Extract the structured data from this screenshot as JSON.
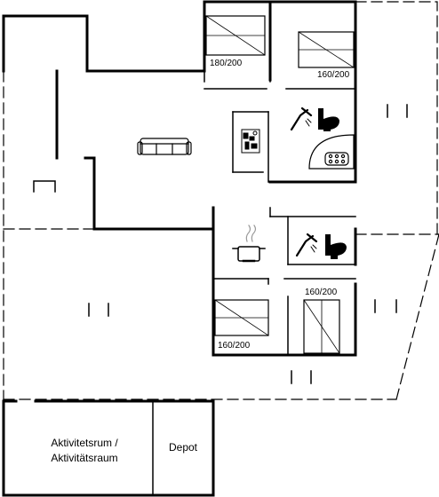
{
  "plan": {
    "beds": {
      "top_left": "180/200",
      "top_right": "160/200",
      "mid_right": "160/200",
      "mid_left": "160/200"
    },
    "rooms": {
      "activity_line1": "Aktivitetsrum /",
      "activity_line2": "Aktivitätsraum",
      "depot": "Depot"
    },
    "icons": [
      "sofa-icon",
      "table-icon",
      "dishwasher-icon",
      "shower-icon",
      "toilet-icon",
      "hot-tub-icon",
      "stove-pot-icon",
      "wardrobe-icon"
    ],
    "colors": {
      "line": "#000000",
      "background": "#ffffff"
    }
  }
}
